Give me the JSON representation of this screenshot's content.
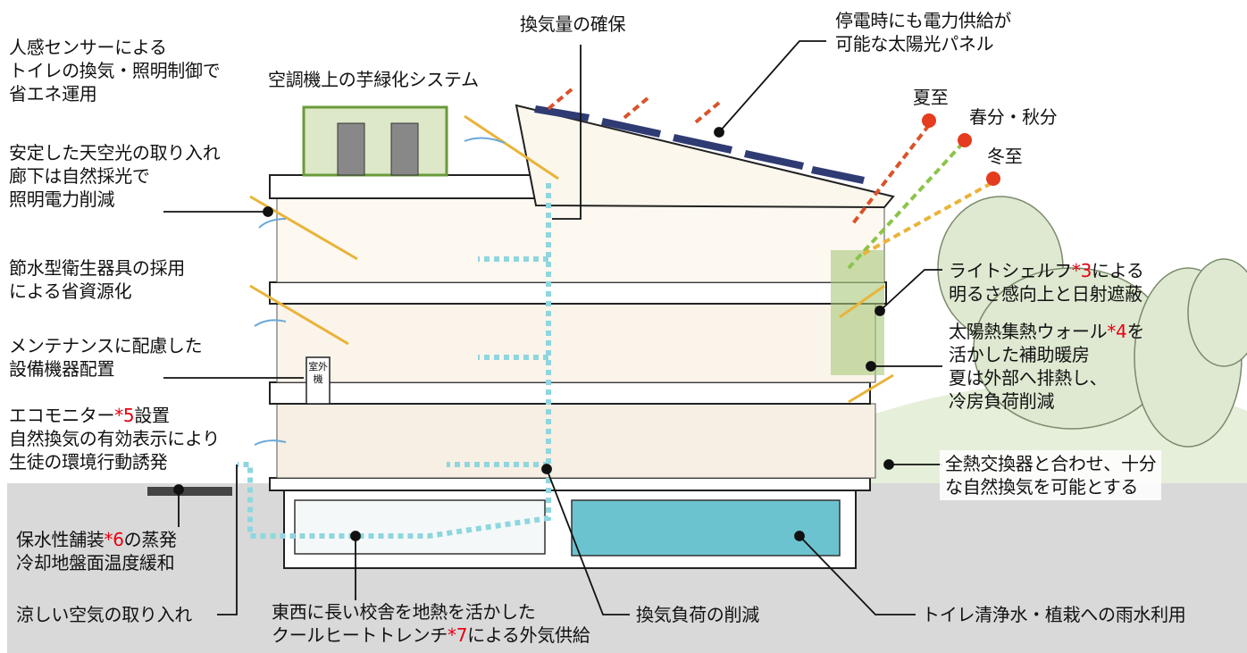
{
  "labels": {
    "human_sensor": [
      "人感センサーによる",
      "トイレの換気・照明制御で",
      "省エネ運用"
    ],
    "greening": "空調機上の芋緑化システム",
    "ventilation": "換気量の確保",
    "solar_panel": [
      "停電時にも電力供給が",
      "可能な太陽光パネル"
    ],
    "summer_solstice": "夏至",
    "equinox": "春分・秋分",
    "winter_solstice": "冬至",
    "skylight": [
      "安定した天空光の取り入れ",
      "廊下は自然採光で",
      "照明電力削減"
    ],
    "water_saving": [
      "節水型衛生器具の採用",
      "による省資源化"
    ],
    "maintenance": [
      "メンテナンスに配慮した",
      "設備機器配置"
    ],
    "eco_monitor_a": "エコモニター",
    "eco_monitor_note": "*5",
    "eco_monitor_b": "設置",
    "eco_monitor_2": [
      "自然換気の有効表示により",
      "生徒の環境行動誘発"
    ],
    "light_shelf_a": "ライトシェルフ",
    "light_shelf_note": "*3",
    "light_shelf_b": "による",
    "light_shelf_2": "明るさ感向上と日射遮蔽",
    "solar_wall_a": "太陽熱集熱ウォール",
    "solar_wall_note": "*4",
    "solar_wall_b": "を",
    "solar_wall_2": [
      "活かした補助暖房",
      "夏は外部へ排熱し、",
      "冷房負荷削減"
    ],
    "heat_exchanger": [
      "全熱交換器と合わせ、十分",
      "な自然換気を可能とする"
    ],
    "paving_a": "保水性舗装",
    "paving_note": "*6",
    "paving_b": "の蒸発",
    "paving_2": "冷却地盤面温度緩和",
    "cool_air": "涼しい空気の取り入れ",
    "trench_1": "東西に長い校舎を地熱を活かした",
    "trench_2a": "クールヒートトレンチ",
    "trench_note": "*7",
    "trench_2b": "による外気供給",
    "vent_load": "換気負荷の削減",
    "rainwater": "トイレ清浄水・植栽への雨水利用",
    "outdoor_unit": "室外機"
  },
  "colors": {
    "accent_red": "#e60012",
    "ground": "#d9d9d9",
    "sun_ray": "#e8b43a",
    "sun_red": "#d9532b",
    "sun_green": "#8bc44a",
    "air_dots": "#8fd6df",
    "pool": "#6cc3d0",
    "greenery": "#6a9b3a",
    "panel": "#2f3b73"
  }
}
